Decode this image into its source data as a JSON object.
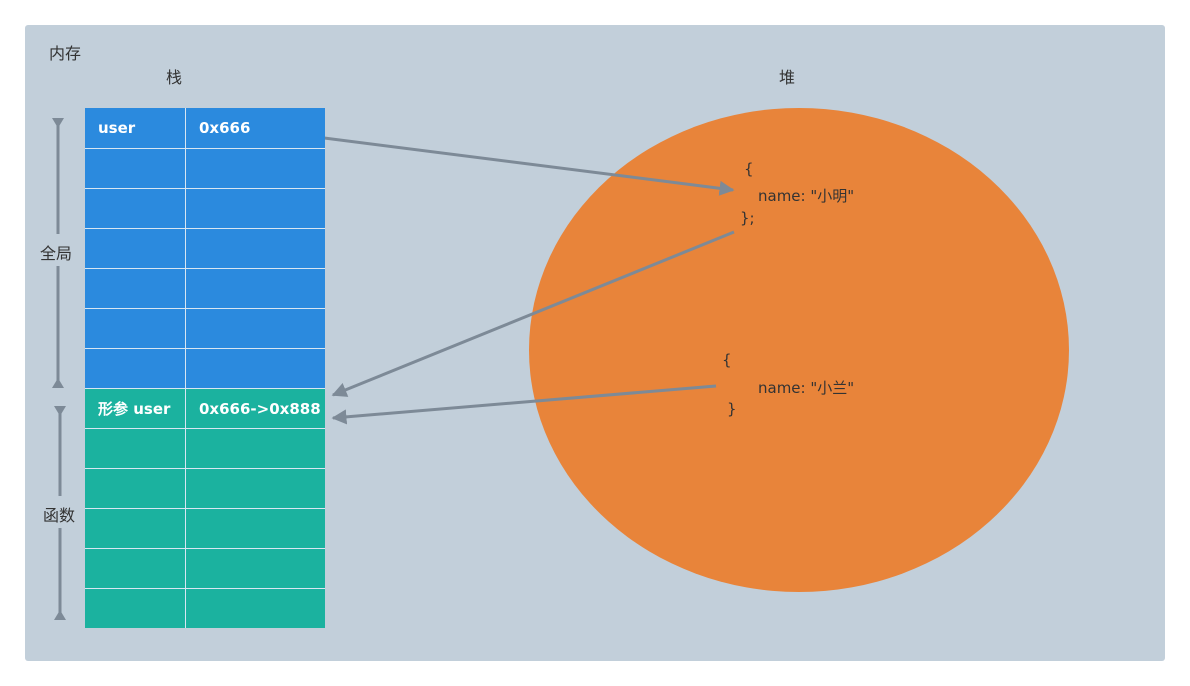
{
  "frame": {
    "title": "内存"
  },
  "stack": {
    "title": "栈",
    "rows": [
      {
        "name": "user",
        "value": "0x666"
      },
      {
        "name": "",
        "value": ""
      },
      {
        "name": "",
        "value": ""
      },
      {
        "name": "",
        "value": ""
      },
      {
        "name": "",
        "value": ""
      },
      {
        "name": "",
        "value": ""
      },
      {
        "name": "",
        "value": ""
      },
      {
        "name": "形参 user",
        "value": "0x666->0x888"
      },
      {
        "name": "",
        "value": ""
      },
      {
        "name": "",
        "value": ""
      },
      {
        "name": "",
        "value": ""
      },
      {
        "name": "",
        "value": ""
      },
      {
        "name": "",
        "value": ""
      }
    ],
    "scopes": {
      "global": "全局",
      "function": "函数"
    }
  },
  "heap": {
    "title": "堆",
    "obj1": {
      "open": "{",
      "line": "name: \"小明\"",
      "close": "};"
    },
    "obj2": {
      "open": "{",
      "line": "name: \"小兰\"",
      "close": "}"
    }
  },
  "colors": {
    "global_rows": "#2b8ade",
    "function_rows": "#1bb29f",
    "heap_fill": "#e8843a",
    "arrow": "#7d8a97",
    "background": "#c2cfda"
  }
}
